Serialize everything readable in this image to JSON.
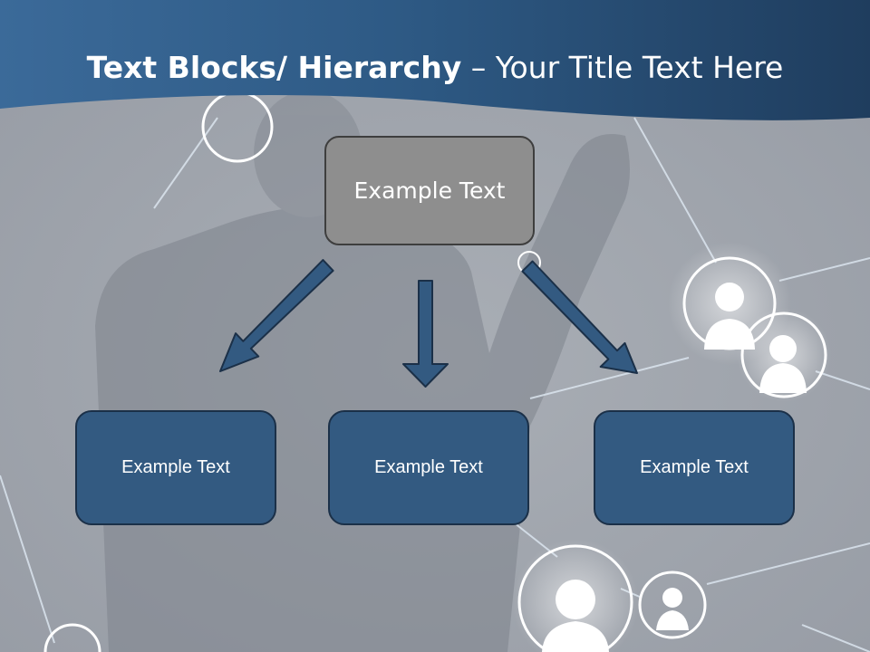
{
  "title": {
    "bold_part": "Text Blocks/ Hierarchy",
    "separator": " – ",
    "normal_part": "Your Title Text Here"
  },
  "hierarchy": {
    "top": "Example Text",
    "children": [
      "Example Text",
      "Example Text",
      "Example Text"
    ]
  },
  "colors": {
    "header_band": "#2c527a",
    "top_box_fill": "#8e8e8e",
    "child_box_fill": "#335a81",
    "arrow_fill": "#335a81",
    "background": "#a3a8b0"
  }
}
